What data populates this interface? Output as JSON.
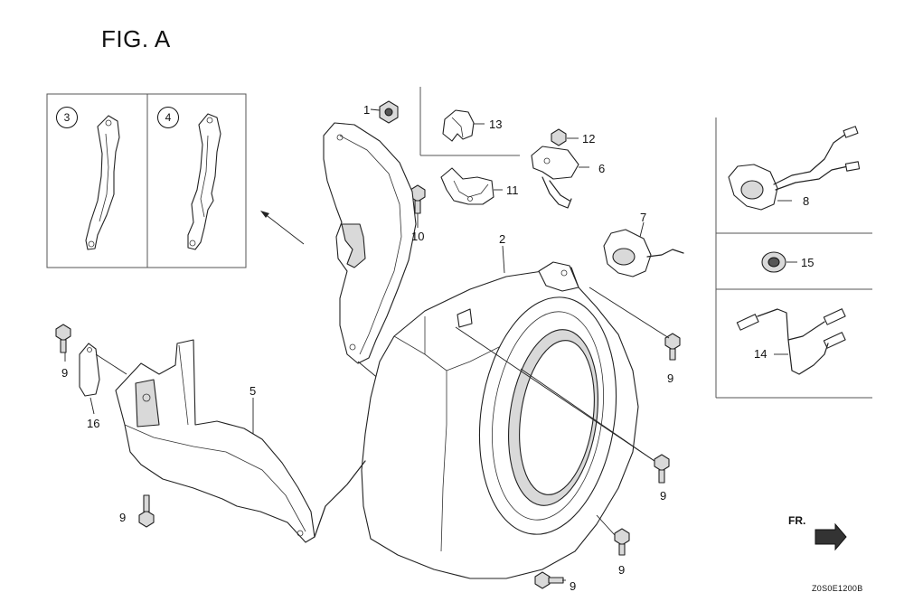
{
  "figure": {
    "title": "FIG. A",
    "drawing_code": "Z0S0E1200B",
    "direction_label": "FR."
  },
  "inset_parts": [
    {
      "ref": "3"
    },
    {
      "ref": "4"
    }
  ],
  "callouts": {
    "p1": "1",
    "p2": "2",
    "p5": "5",
    "p6": "6",
    "p7": "7",
    "p8": "8",
    "p9a": "9",
    "p9b": "9",
    "p9c": "9",
    "p9d": "9",
    "p9e": "9",
    "p9f": "9",
    "p10": "10",
    "p11": "11",
    "p12": "12",
    "p13": "13",
    "p14": "14",
    "p15": "15",
    "p16": "16"
  }
}
